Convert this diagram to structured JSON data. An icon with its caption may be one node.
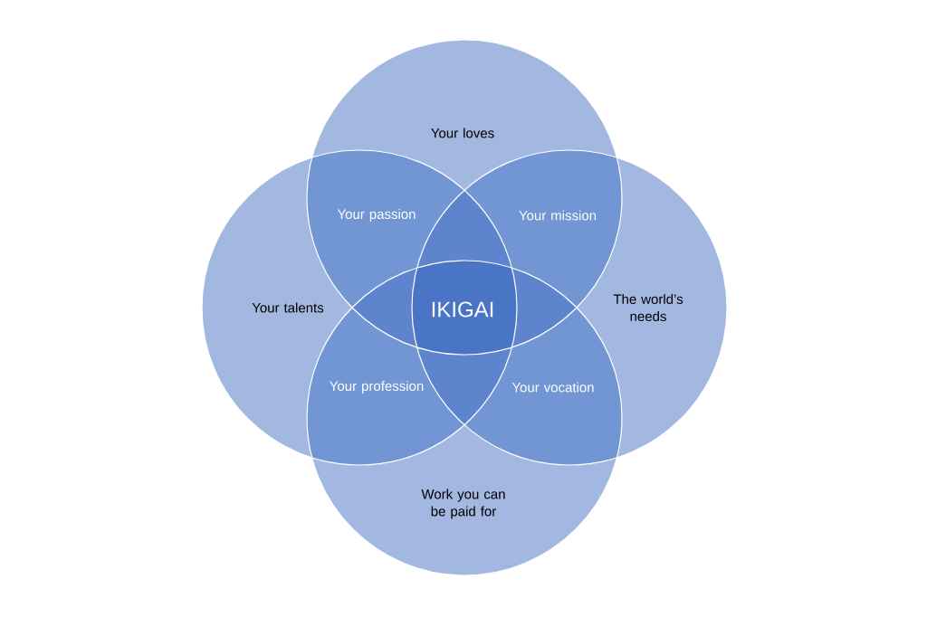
{
  "diagram": {
    "nodes": [
      {
        "text": [
          "Your loves"
        ]
      },
      {
        "text": [
          "Your talents"
        ]
      },
      {
        "text": [
          "The world’s needs"
        ]
      },
      {
        "text": [
          "Work you can be paid for"
        ]
      }
    ],
    "edges": [],
    "labels": [
      "Your passion",
      "Your mission",
      "IKIGAI",
      "Your profession",
      "Your vocation"
    ]
  }
}
